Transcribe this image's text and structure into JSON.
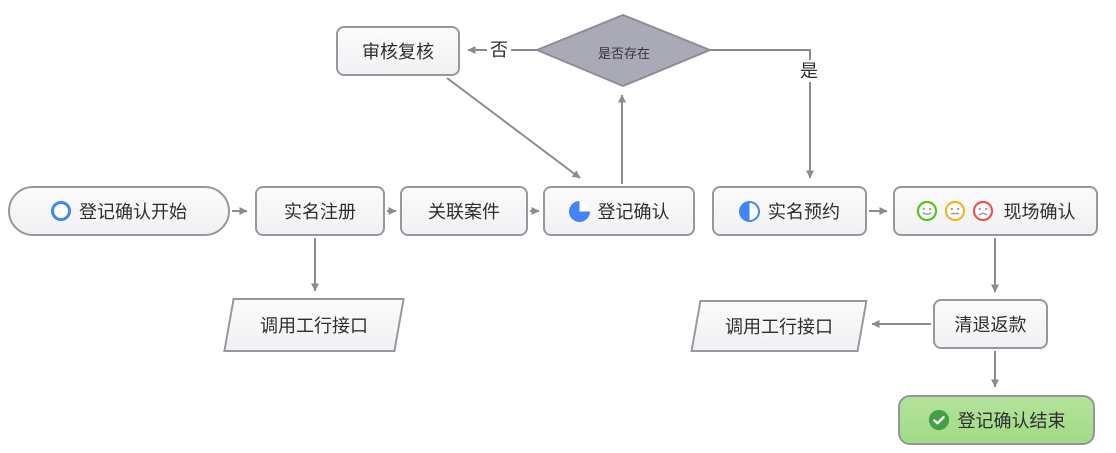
{
  "diagram": {
    "type": "flowchart",
    "language": "zh-CN",
    "background": "#ffffff"
  },
  "colors": {
    "node_border": "#97979e",
    "node_fill": "#f4f4f6",
    "line": "#8c8c8c",
    "text": "#2e2e31",
    "accent_blue": "#4285f4",
    "diamond_fill": "#a9aab6",
    "diamond_border": "#8b8b9b",
    "end_fill": "#a8dd8e",
    "check_green": "#43a047",
    "face_green": "#52c41a",
    "face_yellow": "#f5b31e",
    "face_red": "#ef5350"
  },
  "nodes": {
    "start": {
      "label": "登记确认开始",
      "icon": "blue-ring-icon",
      "shape": "stadium"
    },
    "real_name_register": {
      "label": "实名注册",
      "shape": "rect"
    },
    "link_case": {
      "label": "关联案件",
      "shape": "rect"
    },
    "register_confirm": {
      "label": "登记确认",
      "icon": "blue-pie-icon",
      "shape": "rect"
    },
    "real_name_appointment": {
      "label": "实名预约",
      "icon": "blue-half-circle-icon",
      "shape": "rect"
    },
    "onsite_confirm": {
      "label": "现场确认",
      "icons": [
        "green-smile-face-icon",
        "yellow-neutral-face-icon",
        "red-frown-face-icon"
      ],
      "shape": "rect"
    },
    "review": {
      "label": "审核复核",
      "shape": "rect"
    },
    "decision": {
      "label": "是否存在",
      "shape": "diamond"
    },
    "call_icbc_left": {
      "label": "调用工行接口",
      "shape": "parallelogram"
    },
    "call_icbc_right": {
      "label": "调用工行接口",
      "shape": "parallelogram"
    },
    "refund": {
      "label": "清退返款",
      "shape": "rect"
    },
    "end": {
      "label": "登记确认结束",
      "icon": "green-check-icon",
      "shape": "rounded-rect"
    }
  },
  "edges": {
    "no_label": "否",
    "yes_label": "是",
    "list": [
      "start -> real_name_register",
      "real_name_register -> link_case",
      "link_case -> register_confirm",
      "real_name_register -> call_icbc_left",
      "register_confirm -> decision",
      "decision -否-> review",
      "review -> register_confirm",
      "decision -是-> real_name_appointment",
      "real_name_appointment -> onsite_confirm",
      "onsite_confirm -> refund",
      "refund -> call_icbc_right",
      "refund -> end"
    ]
  }
}
